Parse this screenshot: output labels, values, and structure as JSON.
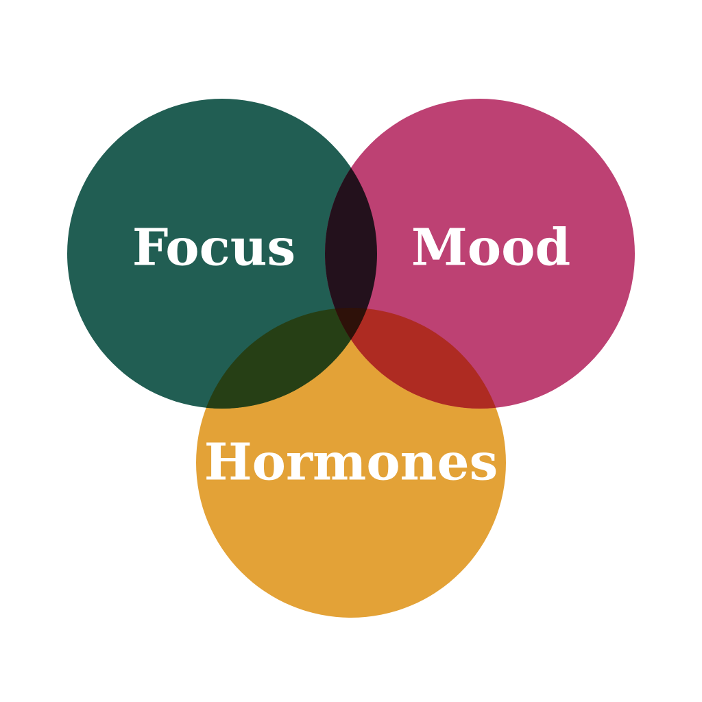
{
  "diagram": {
    "type": "venn",
    "background": "#ffffff",
    "sets": [
      {
        "id": "focus",
        "label": "Focus",
        "color": "#215e53"
      },
      {
        "id": "mood",
        "label": "Mood",
        "color": "#bd4173"
      },
      {
        "id": "hormones",
        "label": "Hormones",
        "color": "#e3a237"
      }
    ],
    "overlap_colors": {
      "focus_mood": "#23111c",
      "focus_hormones": "#263f15",
      "mood_hormones": "#ae2b22",
      "all_three": "#2e1109"
    }
  }
}
